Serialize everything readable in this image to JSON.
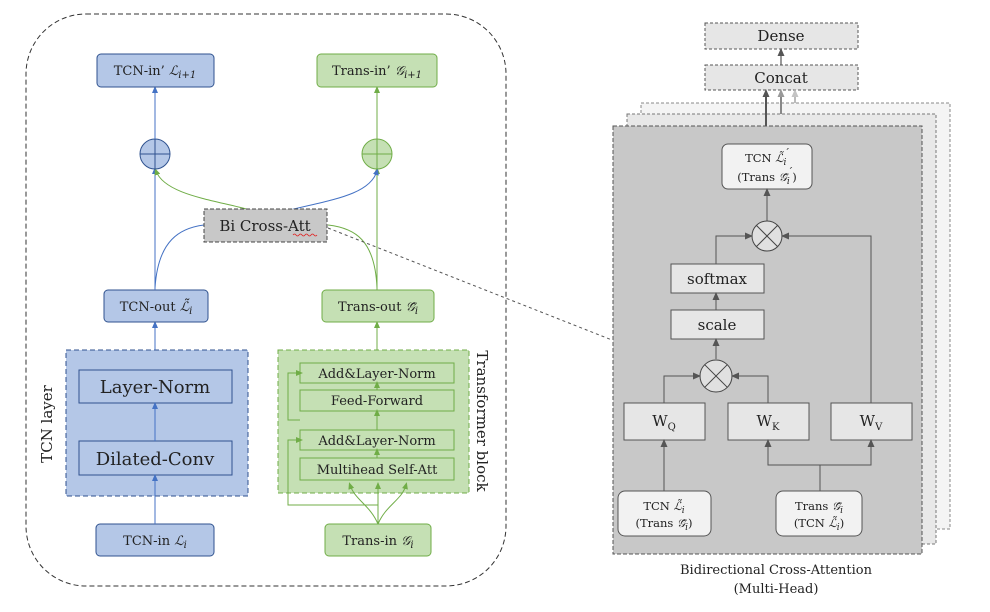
{
  "left_panel": {
    "tcn_in_prime": {
      "text": "TCN-in’ ",
      "math": "ℒ",
      "sub": "i+1"
    },
    "trans_in_prime": {
      "text": "Trans-in’ ",
      "math": "𝒢",
      "sub": "i+1"
    },
    "bi_cross_att": "Bi Cross-Att",
    "tcn_out": {
      "text": "TCN-out ",
      "math": "ℒ̃",
      "sub": "i"
    },
    "trans_out": {
      "text": "Trans-out ",
      "math": "𝒢̃",
      "sub": "i"
    },
    "tcn_layer_label": "TCN layer",
    "layer_norm": "Layer-Norm",
    "dilated_conv": "Dilated-Conv",
    "transformer_block_label": "Transformer block",
    "add_layer_norm_top": "Add&Layer-Norm",
    "feed_forward": "Feed-Forward",
    "add_layer_norm_bottom": "Add&Layer-Norm",
    "multihead_self_att": "Multihead Self-Att",
    "tcn_in": {
      "text": "TCN-in ",
      "math": "ℒ",
      "sub": "i"
    },
    "trans_in": {
      "text": "Trans-in ",
      "math": "𝒢",
      "sub": "i"
    }
  },
  "right_panel": {
    "dense": "Dense",
    "concat": "Concat",
    "output_line1": {
      "text": "TCN ",
      "math": "ℒ̃",
      "sub": "i",
      "sup": "′"
    },
    "output_line2": {
      "text": "(Trans ",
      "math": "𝒢̃",
      "sub": "i",
      "sup": "′",
      "close": ")"
    },
    "softmax": "softmax",
    "scale": "scale",
    "wq": {
      "text": "W",
      "sub": "Q"
    },
    "wk": {
      "text": "W",
      "sub": "K"
    },
    "wv": {
      "text": "W",
      "sub": "V"
    },
    "input_left_line1": {
      "text": "TCN ",
      "math": "ℒ̃",
      "sub": "i"
    },
    "input_left_line2": {
      "text": "(Trans ",
      "math": "𝒢̃",
      "sub": "i",
      "close": ")"
    },
    "input_right_line1": {
      "text": "Trans ",
      "math": "𝒢̃",
      "sub": "i"
    },
    "input_right_line2": {
      "text": "(TCN ",
      "math": "ℒ̃",
      "sub": "i",
      "close": ")"
    },
    "caption_line1": "Bidirectional Cross-Attention",
    "caption_line2": "(Multi-Head)"
  },
  "colors": {
    "blue_fill": "#b4c7e7",
    "blue_stroke": "#4472c4",
    "green_fill": "#c5e0b4",
    "green_stroke": "#70ad47",
    "gray_fill": "#c8c8c8",
    "light_gray": "#e6e6e6"
  }
}
